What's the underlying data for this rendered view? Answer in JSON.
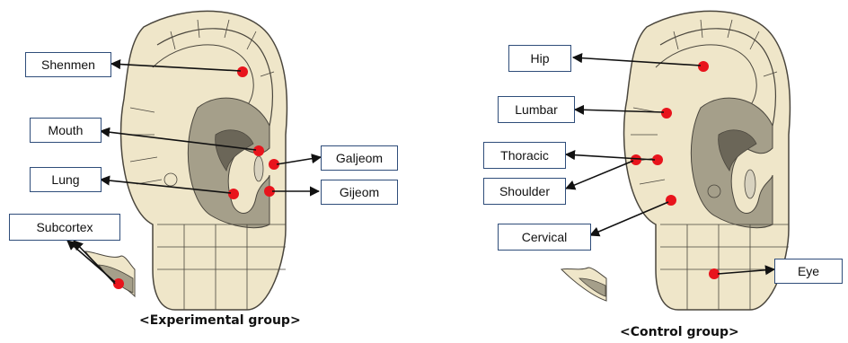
{
  "experimental": {
    "caption": "<Experimental group>",
    "labels": {
      "shenmen": "Shenmen",
      "mouth": "Mouth",
      "lung": "Lung",
      "subcortex": "Subcortex",
      "galjeom": "Galjeom",
      "gijeom": "Gijeom"
    }
  },
  "control": {
    "caption": "<Control group>",
    "labels": {
      "hip": "Hip",
      "lumbar": "Lumbar",
      "thoracic": "Thoracic",
      "shoulder": "Shoulder",
      "cervical": "Cervical",
      "eye": "Eye"
    }
  },
  "colors": {
    "point": "#e8141c",
    "box_border": "#2f4d7a",
    "ear_fill": "#efe6c9",
    "ear_shadow": "#a59f8a",
    "ear_dark": "#6b6658",
    "ear_line": "#4a463d"
  }
}
